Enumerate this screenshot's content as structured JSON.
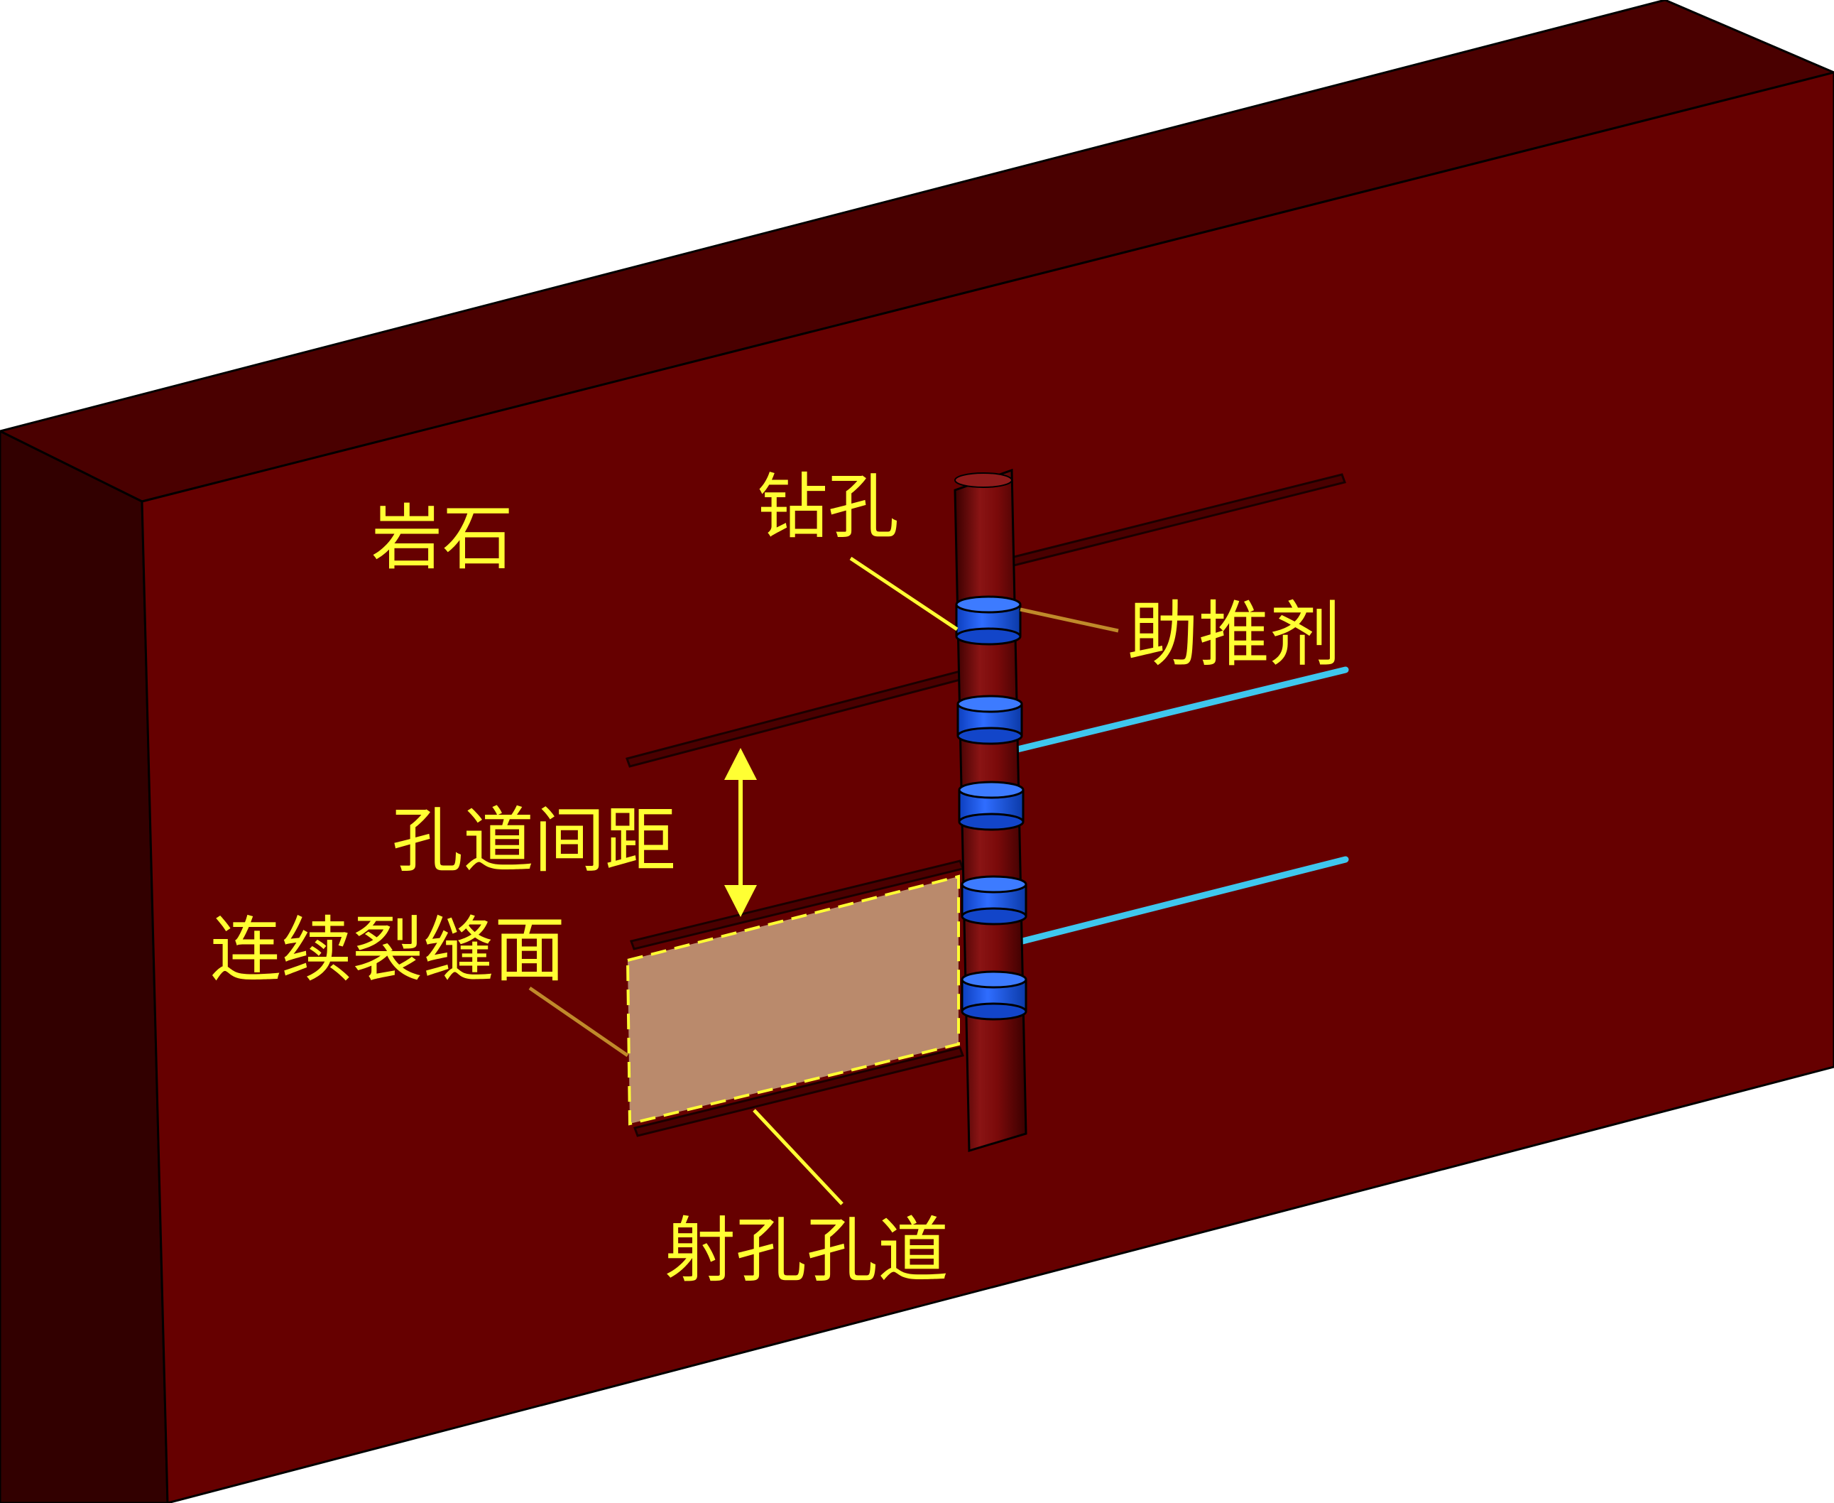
{
  "labels": {
    "rock": "岩石",
    "borehole": "钻孔",
    "propellant": "助推剂",
    "tunnel_spacing": "孔道间距",
    "fracture_surface": "连续裂缝面",
    "perforation_tunnel": "射孔孔道"
  },
  "colors": {
    "block_front": "#660000",
    "block_top": "#4a0000",
    "block_side": "#320000",
    "label_text": "#ffff33",
    "leader_yellow": "#ffff33",
    "leader_brown": "#c08a2a",
    "propellant_blue": "#1c5cf0",
    "fracture_fill": "#ba8a6c",
    "cyan_tunnel": "#3fc7ee"
  }
}
